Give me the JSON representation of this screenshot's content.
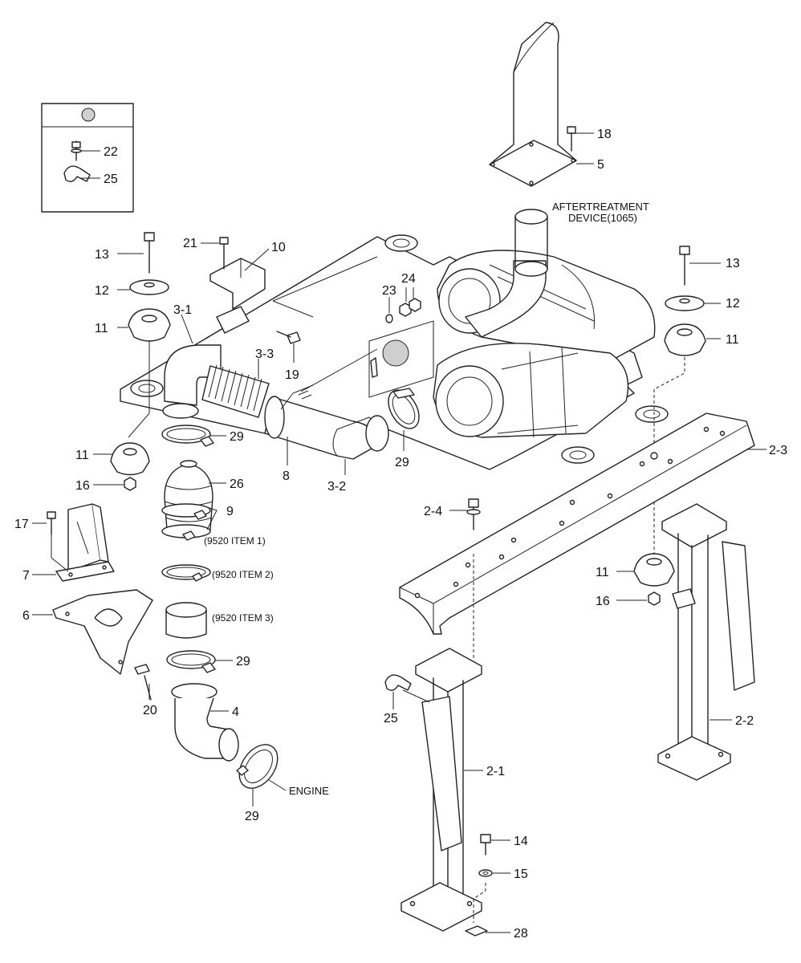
{
  "diagram": {
    "callouts": {
      "c22": "22",
      "c25_inset": "25",
      "c18": "18",
      "c5": "5",
      "c21": "21",
      "c10": "10",
      "c13_l": "13",
      "c12_l": "12",
      "c11_l": "11",
      "c13_r": "13",
      "c12_r": "12",
      "c11_r": "11",
      "c3_1": "3-1",
      "c3_3": "3-3",
      "c19": "19",
      "c23": "23",
      "c24": "24",
      "c29_a": "29",
      "c29_b": "29",
      "c29_c": "29",
      "c29_d": "29",
      "c11_ll": "11",
      "c16_l": "16",
      "c8": "8",
      "c3_2": "3-2",
      "c26": "26",
      "c9": "9",
      "c17": "17",
      "c7": "7",
      "c6": "6",
      "c20": "20",
      "c4": "4",
      "c2_3": "2-3",
      "c2_4": "2-4",
      "c11_rr": "11",
      "c16_r": "16",
      "c25": "25",
      "c2_1": "2-1",
      "c2_2": "2-2",
      "c14": "14",
      "c15": "15",
      "c28": "28"
    },
    "notes": {
      "aftertreatment_1": "AFTERTREATMENT",
      "aftertreatment_2": "DEVICE(1065)",
      "item1": "(9520 ITEM 1)",
      "item2": "(9520 ITEM 2)",
      "item3": "(9520 ITEM 3)",
      "engine": "ENGINE"
    },
    "colors": {
      "line": "#222222",
      "shade": "#cfcfcf",
      "background": "#ffffff"
    }
  }
}
